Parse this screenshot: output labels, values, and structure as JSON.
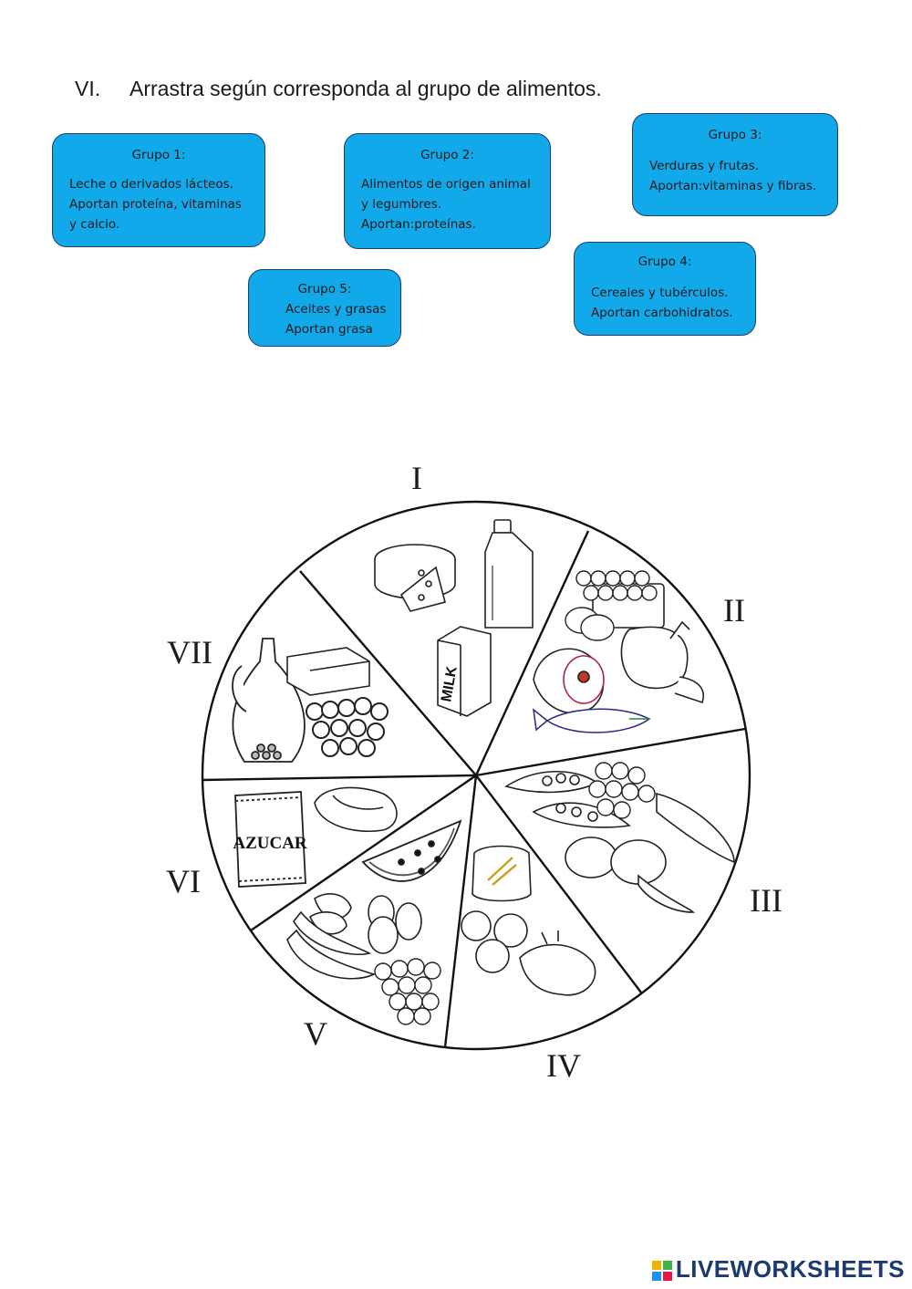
{
  "instruction": {
    "number": "VI.",
    "text": "Arrastra según corresponda al grupo de alimentos."
  },
  "cards": {
    "g1": {
      "title": "Grupo 1:",
      "lines": [
        "Leche o derivados lácteos.",
        "Aportan proteína, vitaminas",
        "y calcio."
      ]
    },
    "g2": {
      "title": "Grupo 2:",
      "lines": [
        "Alimentos de origen animal",
        "y legumbres.",
        "Aportan:proteínas."
      ]
    },
    "g3": {
      "title": "Grupo 3:",
      "lines": [
        "Verduras y frutas.",
        "Aportan:vitaminas y fibras."
      ]
    },
    "g4": {
      "title": "Grupo 4:",
      "lines": [
        "Cereales y tubérculos.",
        "Aportan carbohidratos."
      ]
    },
    "g5": {
      "title": "Grupo 5:",
      "lines": [
        "Aceites y grasas",
        "Aportan grasa"
      ]
    }
  },
  "wheel": {
    "labels": [
      "I",
      "II",
      "III",
      "IV",
      "V",
      "VI",
      "VII"
    ],
    "milk_text": "MILK",
    "sugar_text": "AZUCAR"
  },
  "logo": {
    "text": "LIVEWORKSHEETS"
  },
  "colors": {
    "card_fill": "#12a9ea",
    "card_border": "#1d3d6b",
    "logo": "#1c3a70"
  }
}
